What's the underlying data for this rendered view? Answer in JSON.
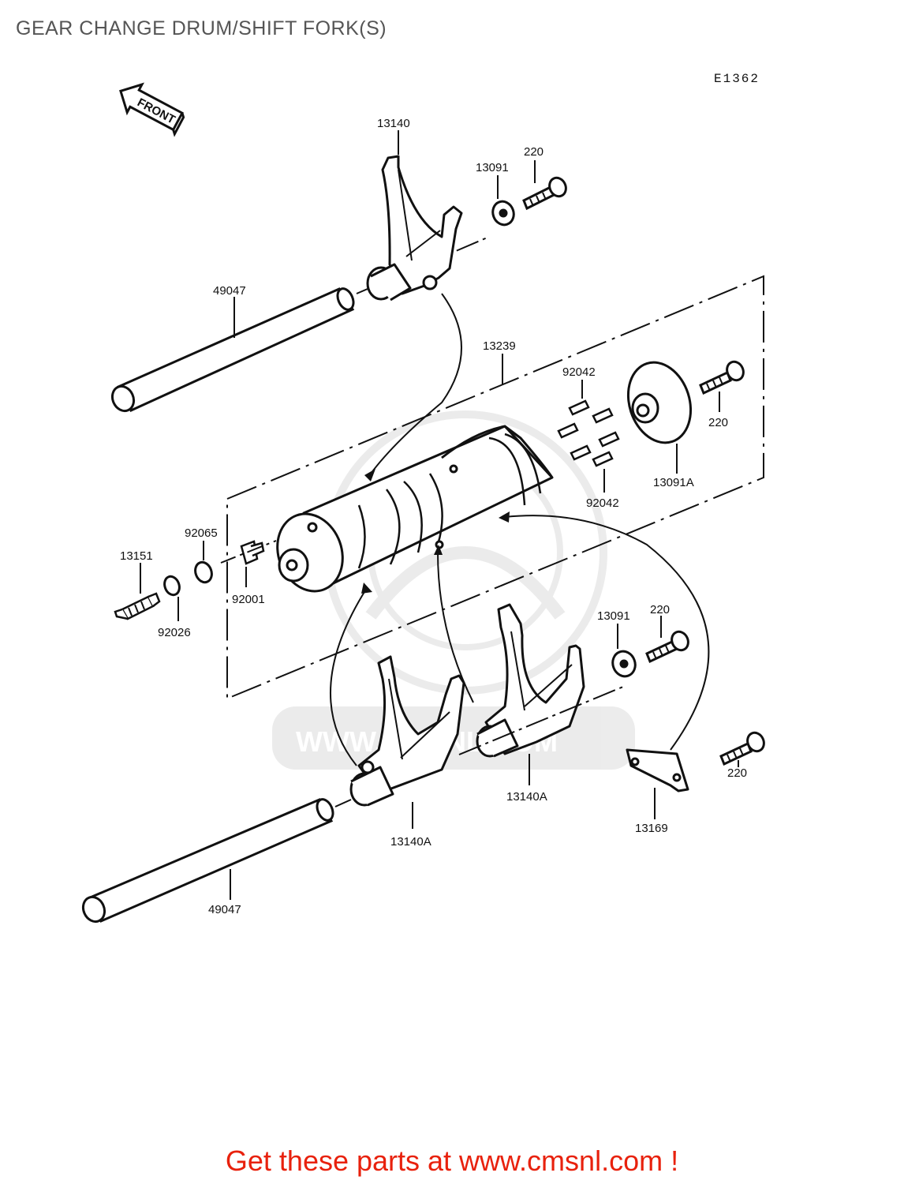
{
  "header": {
    "title": "GEAR CHANGE DRUM/SHIFT FORK(S)"
  },
  "diagram": {
    "code": "E1362",
    "front_label": "FRONT",
    "watermark": "WWW.CMSNL.COM",
    "labels": {
      "fork_top": "13140",
      "washer_top": "13091",
      "bolt_top": "220",
      "shaft_top": "49047",
      "drum": "13239",
      "pins_top": "92042",
      "bolt_plate": "220",
      "plate": "13091A",
      "pins_bottom": "92042",
      "gasket": "92065",
      "switch": "13151",
      "bolt_small": "92001",
      "washer_small": "92026",
      "washer_right": "13091",
      "bolt_right": "220",
      "fork_left": "13140A",
      "fork_right": "13140A",
      "bolt_stopper": "220",
      "stopper_plate": "13169",
      "shaft_bottom": "49047"
    }
  },
  "footer": {
    "text": "Get these parts at www.cmsnl.com !"
  }
}
